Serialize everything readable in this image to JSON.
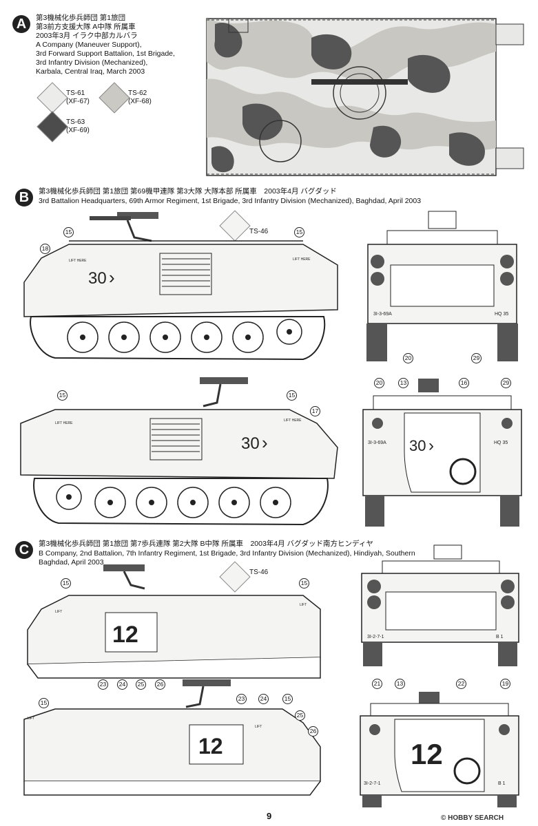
{
  "sections": [
    {
      "letter": "A",
      "jp_lines": [
        "第3機械化歩兵師団 第1旅団",
        "第3前方支援大隊 A中隊 所属車",
        "2003年3月 イラク中部カルバラ"
      ],
      "en_lines": [
        "A Company (Maneuver Support),",
        "3rd Forward Support Battalion, 1st Brigade,",
        "3rd Infantry Division (Mechanized),",
        "Karbala, Central Iraq, March 2003"
      ],
      "paints": [
        {
          "code": "TS-61",
          "xf": "(XF-67)",
          "color": "#e9e9e6"
        },
        {
          "code": "TS-62",
          "xf": "(XF-68)",
          "color": "#c9c7c1"
        },
        {
          "code": "TS-63",
          "xf": "(XF-69)",
          "color": "#4c4c4c"
        }
      ]
    },
    {
      "letter": "B",
      "jp": "第3機械化歩兵師団 第1旅団 第69機甲連隊 第3大隊 大隊本部 所属車　2003年4月 バグダッド",
      "en": "3rd Battalion Headquarters, 69th Armor Regiment, 1st Brigade, 3rd Infantry Division (Mechanized), Baghdad, April 2003",
      "paint": "TS-46",
      "hull_number": "30",
      "plate_left": "3I-3-69A",
      "plate_right": "HQ 35",
      "lift_label": "LIFT HERE"
    },
    {
      "letter": "C",
      "jp": "第3機械化歩兵師団 第1旅団 第7歩兵連隊 第2大隊 B中隊 所属車　2003年4月 バグダッド南方ヒンディヤ",
      "en_lines": [
        "B Company, 2nd Battalion, 7th Infantry Regiment, 1st Brigade, 3rd Infantry Division (Mechanized), Hindiyah, Southern",
        "Baghdad, April 2003"
      ],
      "paint": "TS-46",
      "hull_number": "12",
      "plate_left": "3I-2-7-1",
      "plate_right": "B 1"
    }
  ],
  "markers": {
    "m15": "15",
    "m16": "16",
    "m17": "17",
    "m18": "18",
    "m13": "13",
    "m19": "19",
    "m20": "20",
    "m21": "21",
    "m22": "22",
    "m23": "23",
    "m24": "24",
    "m25": "25",
    "m26": "26",
    "m29": "29"
  },
  "page_number": "9",
  "watermark": "© HOBBY SEARCH"
}
